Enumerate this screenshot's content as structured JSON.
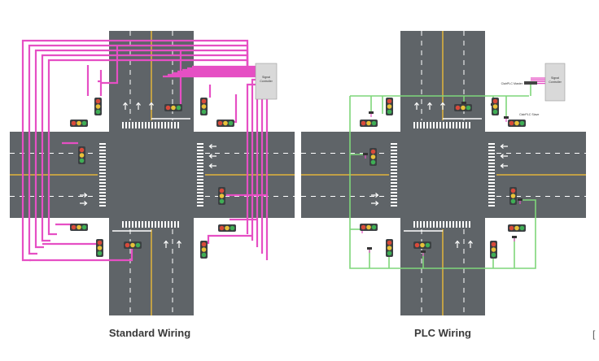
{
  "left_diagram": {
    "caption": "Standard Wiring",
    "controller_label_line1": "Signal",
    "controller_label_line2": "Controller",
    "wire_color": "#e64fc4"
  },
  "right_diagram": {
    "caption": "PLC Wiring",
    "controller_label_line1": "Signal",
    "controller_label_line2": "Controller",
    "master_label": "ClairPLC Master",
    "slave_label": "ClairPLC Slave",
    "wire_color": "#7fd67a",
    "master_wire_color": "#e64fc4"
  },
  "colors": {
    "road": "#5f6468",
    "lane_line": "#ffffff",
    "center_line": "#e2b43a",
    "curb": "#ffffff",
    "signal_housing": "#3b3f42",
    "red": "#d84a3a",
    "yellow": "#e9c23a",
    "green": "#3fae55",
    "controller": "#d9d9d9"
  },
  "edge_mark": "["
}
